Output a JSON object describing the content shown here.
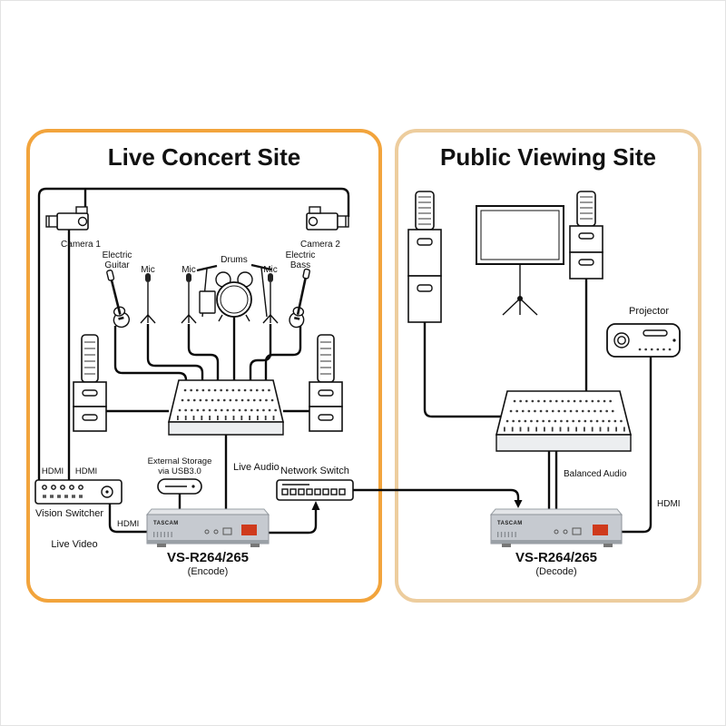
{
  "canvas": {
    "background": "#ffffff",
    "line_color": "#0a0a0a"
  },
  "left_panel": {
    "title": "Live Concert Site",
    "border_color": "#F2A43C",
    "labels": {
      "camera1": "Camera 1",
      "camera2": "Camera 2",
      "guitar_line1": "Electric",
      "guitar_line2": "Guitar",
      "mic1": "Mic",
      "mic2": "Mic",
      "mic3": "Mic",
      "drums": "Drums",
      "bass_line1": "Electric",
      "bass_line2": "Bass",
      "hdmi_input1": "HDMI",
      "hdmi_input2": "HDMI",
      "vision_switcher": "Vision Switcher",
      "live_video": "Live Video",
      "hdmi_to_encoder": "HDMI",
      "storage_line1": "External Storage",
      "storage_line2": "via USB3.0",
      "live_audio": "Live Audio",
      "network_switch": "Network Switch"
    },
    "device": {
      "brand": "TASCAM",
      "model": "VS-R264/265",
      "mode": "(Encode)",
      "badge_color": "#cf3a1c"
    }
  },
  "right_panel": {
    "title": "Public Viewing Site",
    "border_color": "#EDCD9E",
    "labels": {
      "projector": "Projector",
      "balanced_audio": "Balanced Audio",
      "hdmi_to_projector": "HDMI"
    },
    "device": {
      "brand": "TASCAM",
      "model": "VS-R264/265",
      "mode": "(Decode)",
      "badge_color": "#cf3a1c"
    }
  }
}
